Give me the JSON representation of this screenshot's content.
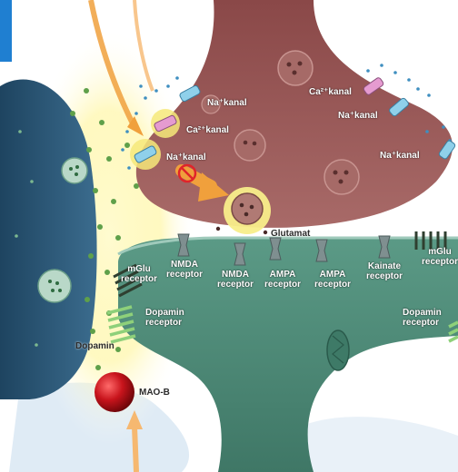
{
  "labels": {
    "na_kanal_1": "Na⁺kanal",
    "ca_kanal_1": "Ca²⁺kanal",
    "na_kanal_2": "Na⁺kanal",
    "ca_kanal_2": "Ca²⁺kanal",
    "na_kanal_3": "Na⁺kanal",
    "na_kanal_4": "Na⁺kanal",
    "glutamat": "Glutamat",
    "mglu_receptor_left": "mGlu\nreceptor",
    "nmda_receptor_1": "NMDA\nreceptor",
    "nmda_receptor_2": "NMDA\nreceptor",
    "ampa_receptor_1": "AMPA\nreceptor",
    "ampa_receptor_2": "AMPA\nreceptor",
    "kainate_receptor": "Kainate\nreceptor",
    "mglu_receptor_right": "mGlu\nreceptor",
    "dopamin_receptor_left": "Dopamin\nreceptor",
    "dopamin_receptor_right": "Dopamin\nreceptor",
    "dopamin": "Dopamin",
    "mao_b": "MAO-B"
  },
  "colors": {
    "presynaptic_terminal": "#9c5a5a",
    "postsynaptic_neuron": "#4f8a78",
    "dopamine_neuron": "#2e5a7a",
    "glow": "#fff6a6",
    "arrow": "#f0a03c",
    "mao_b": "#c8141c",
    "corner_tab": "#1f7fd1"
  }
}
